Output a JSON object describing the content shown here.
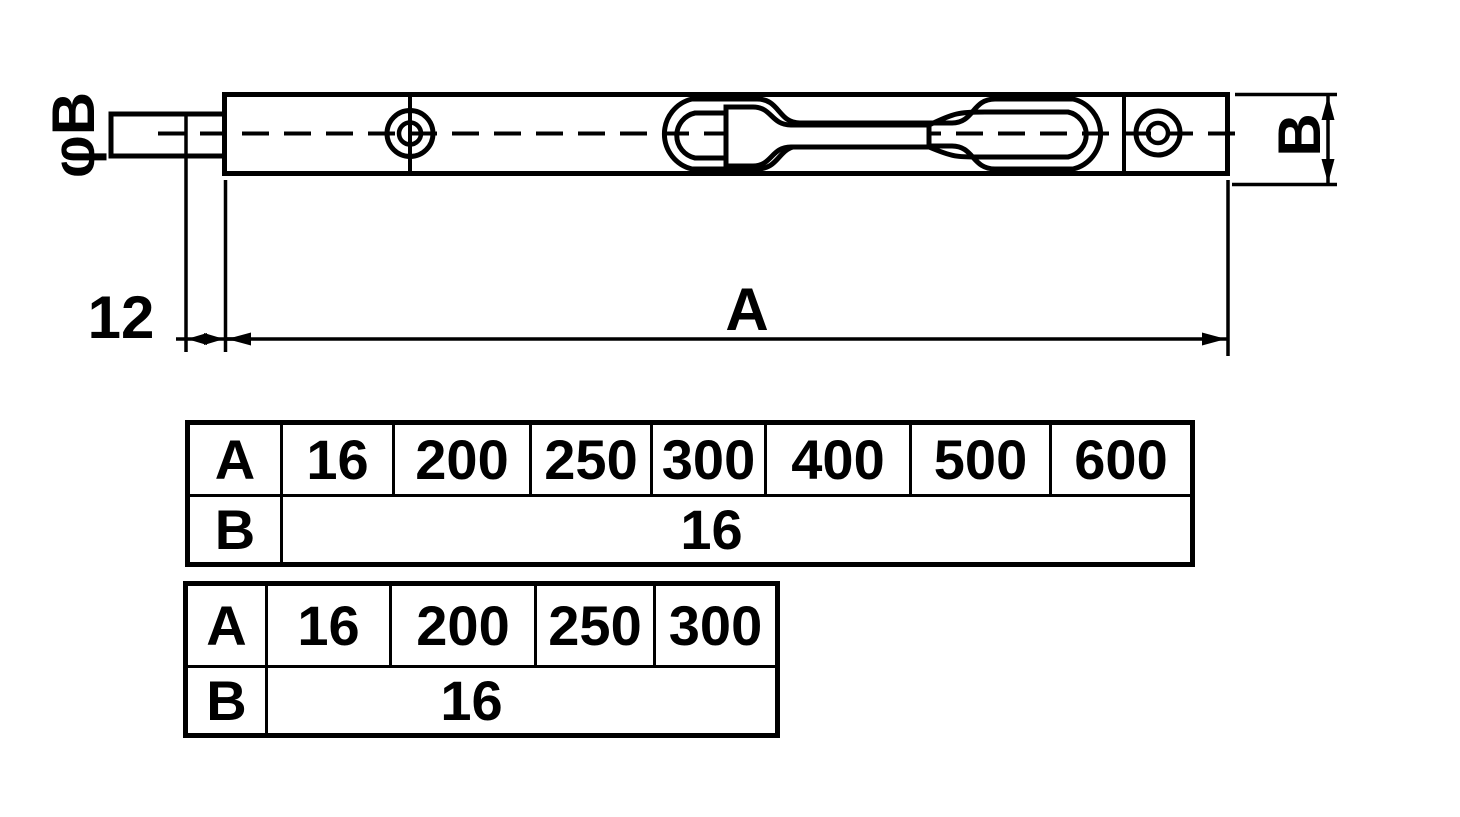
{
  "drawing": {
    "labels": {
      "diameter_label": "φB",
      "offset_dim": "12",
      "length_dim": "A",
      "height_dim": "B"
    },
    "line_color": "#000000",
    "background": "#ffffff"
  },
  "tables": [
    {
      "rows": [
        {
          "header": "A",
          "values": [
            "16",
            "200",
            "250",
            "300",
            "400",
            "500",
            "600"
          ]
        },
        {
          "header": "B",
          "span_value": "16"
        }
      ]
    },
    {
      "rows": [
        {
          "header": "A",
          "values": [
            "16",
            "200",
            "250",
            "300"
          ]
        },
        {
          "header": "B",
          "span_value": "16"
        }
      ]
    }
  ]
}
